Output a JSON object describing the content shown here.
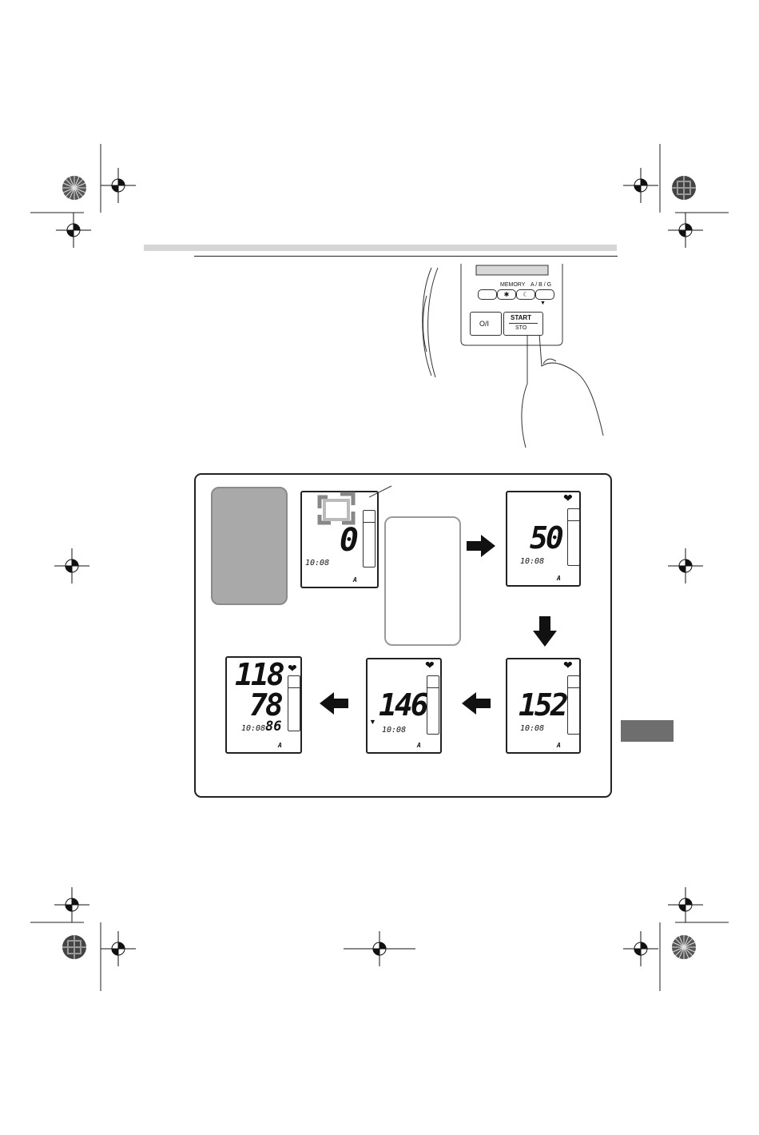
{
  "page": {
    "registration_marks": [
      "registration-target",
      "color-wheel"
    ]
  },
  "device": {
    "memory_label": "MEMORY",
    "user_select_label": "A / B / G",
    "power_button_label": "O/I",
    "start_label": "START",
    "stop_label": "STOP"
  },
  "sequence": {
    "screen1": {
      "value": "0",
      "time": "10:08",
      "user": "A"
    },
    "screen2": {
      "value": "50",
      "time": "10:08",
      "user": "A"
    },
    "screen3": {
      "value": "152",
      "time": "10:08",
      "user": "A"
    },
    "screen4": {
      "value": "146",
      "time": "10:08",
      "user": "A"
    },
    "screen5": {
      "systolic": "118",
      "diastolic": "78",
      "pulse": "86",
      "time": "10:08",
      "user": "A"
    }
  }
}
